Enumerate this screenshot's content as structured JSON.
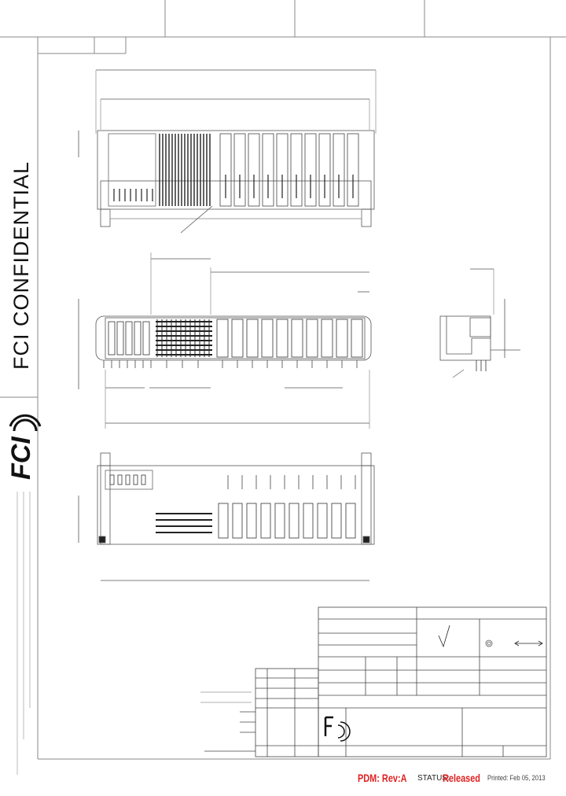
{
  "watermark": {
    "text": "FCI CONFIDENTIAL"
  },
  "logo": {
    "text": "FCI"
  },
  "footer": {
    "pdm": "PDM: Rev:A",
    "status_label": "STATUS:",
    "status_value": "Released",
    "printed": "Printed: Feb 05, 2013"
  },
  "colors": {
    "line": "#555555",
    "light_line": "#9a9a9a",
    "accent": "#e02020"
  }
}
